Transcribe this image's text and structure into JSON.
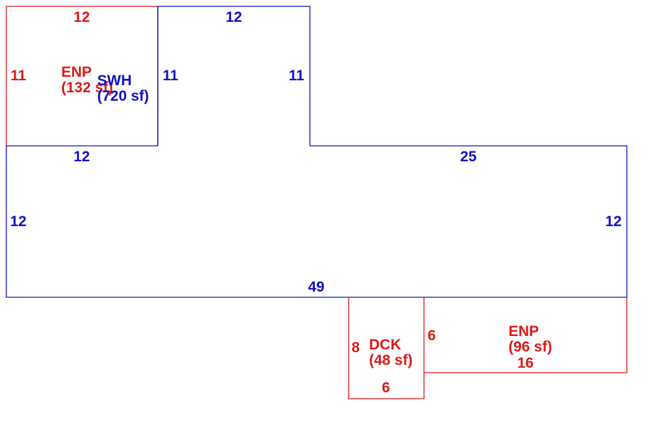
{
  "colors": {
    "main": "#1010c8",
    "addition": "#e01818",
    "background": "#ffffff"
  },
  "areas": {
    "swh": {
      "code": "SWH",
      "area": "(720 sf)"
    },
    "enp_upper": {
      "code": "ENP",
      "area": "(132 sf)"
    },
    "enp_lower": {
      "code": "ENP",
      "area": "(96 sf)"
    },
    "dck": {
      "code": "DCK",
      "area": "(48 sf)"
    }
  },
  "dimensions": {
    "enp_upper_top": "12",
    "enp_upper_left": "11",
    "swh_top_left": "12",
    "swh_notch_left": "11",
    "swh_notch_right": "11",
    "swh_mid_left": "12",
    "swh_mid_right": "25",
    "swh_left": "12",
    "swh_right": "12",
    "swh_bottom": "49",
    "dck_left": "8",
    "dck_right": "6",
    "dck_bottom": "6",
    "enp_lower_bottom": "16"
  }
}
